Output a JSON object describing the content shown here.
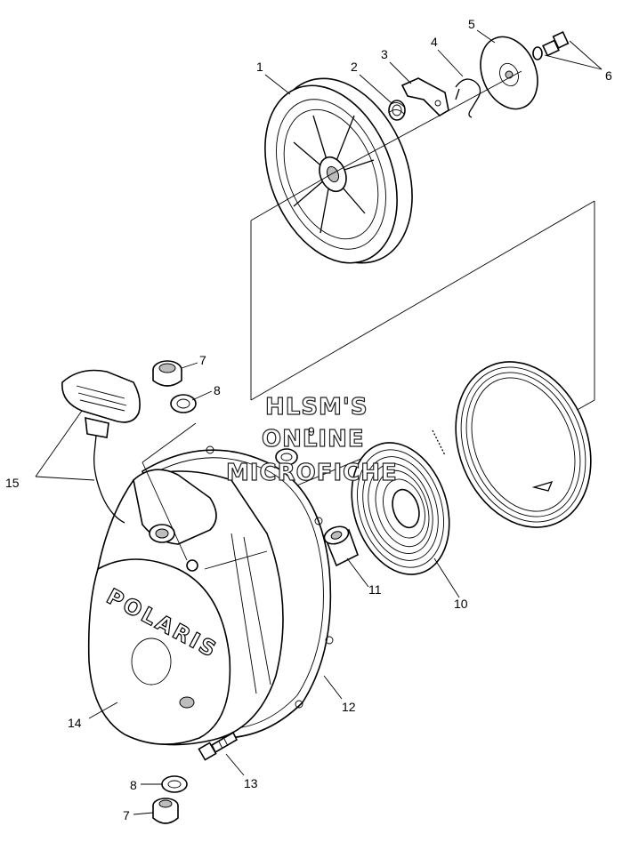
{
  "diagram": {
    "watermark": [
      "HLSM'S",
      "ONLINE",
      "MICROFICHE"
    ],
    "logo_text": "POLARIS",
    "callouts": [
      {
        "id": "callout-1",
        "text": "1"
      },
      {
        "id": "callout-2",
        "text": "2"
      },
      {
        "id": "callout-3",
        "text": "3"
      },
      {
        "id": "callout-4",
        "text": "4"
      },
      {
        "id": "callout-5",
        "text": "5"
      },
      {
        "id": "callout-6",
        "text": "6"
      },
      {
        "id": "callout-7-top",
        "text": "7"
      },
      {
        "id": "callout-8-top",
        "text": "8"
      },
      {
        "id": "callout-9",
        "text": "9"
      },
      {
        "id": "callout-10",
        "text": "10"
      },
      {
        "id": "callout-11",
        "text": "11"
      },
      {
        "id": "callout-12",
        "text": "12"
      },
      {
        "id": "callout-13",
        "text": "13"
      },
      {
        "id": "callout-14",
        "text": "14"
      },
      {
        "id": "callout-15",
        "text": "15"
      },
      {
        "id": "callout-8-bottom",
        "text": "8"
      },
      {
        "id": "callout-7-bottom",
        "text": "7"
      }
    ]
  }
}
